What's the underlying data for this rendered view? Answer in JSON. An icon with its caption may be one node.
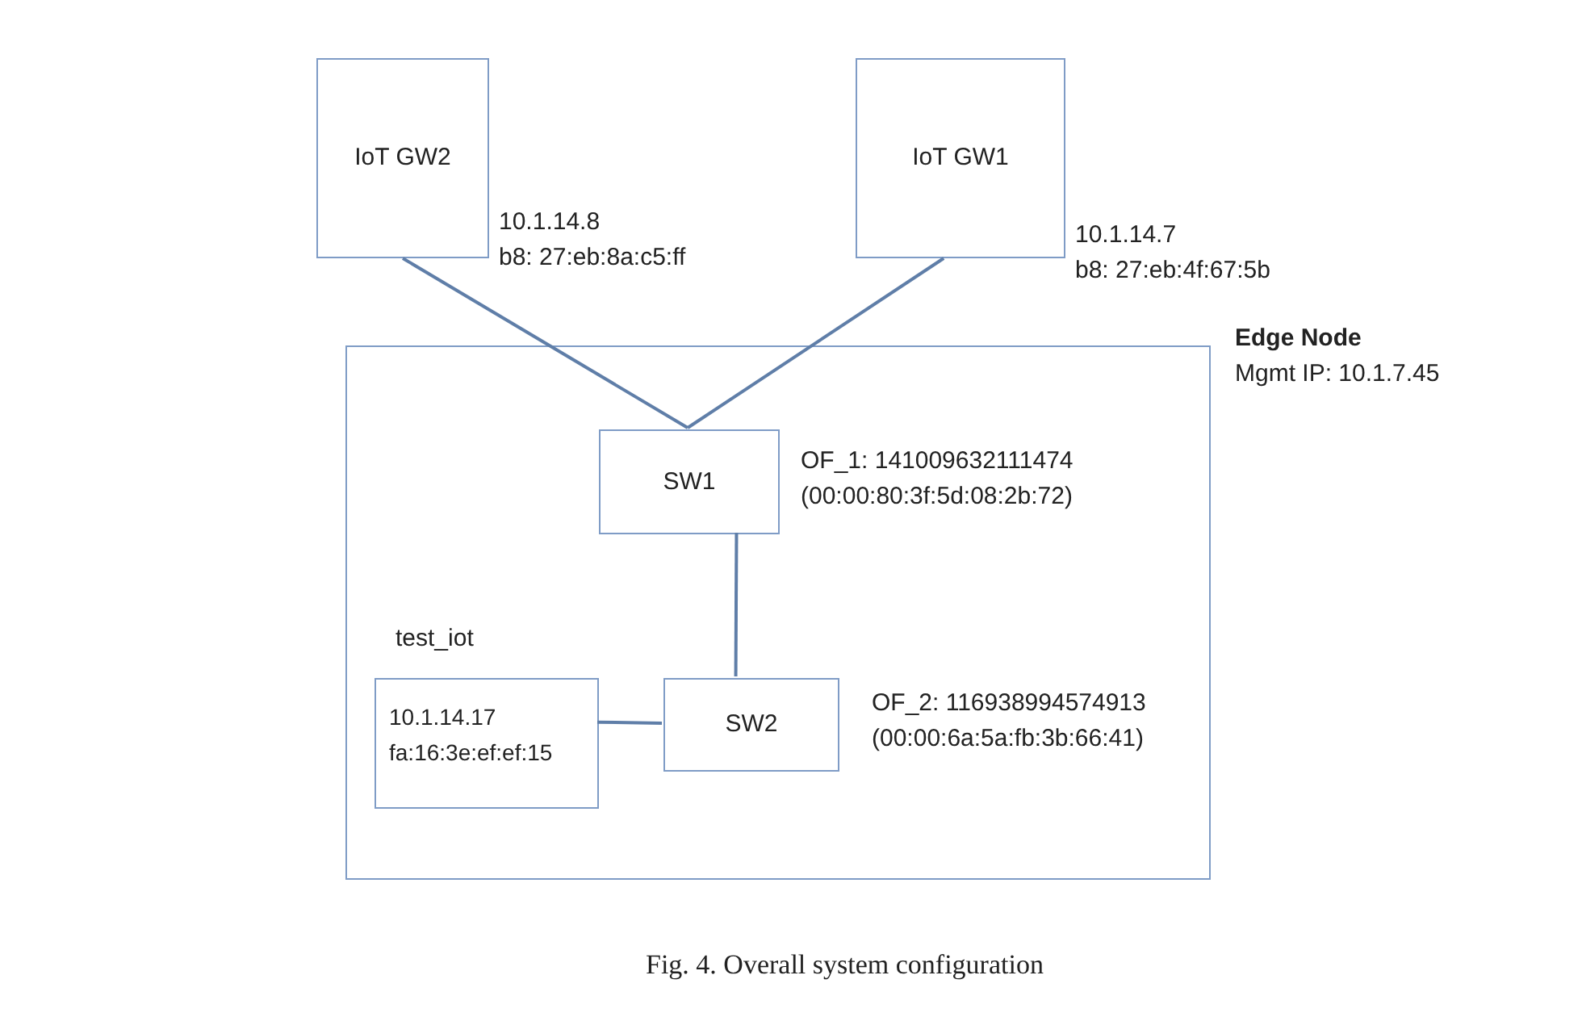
{
  "diagram": {
    "caption": "Fig. 4. Overall system configuration",
    "nodes": [
      {
        "text": [
          "IoT GW2"
        ],
        "beside": [
          "10.1.14.8",
          "b8: 27:eb:8a:c5:ff"
        ]
      },
      {
        "text": [
          "IoT GW1"
        ],
        "beside": [
          "10.1.14.7",
          "b8: 27:eb:4f:67:5b"
        ]
      },
      {
        "text": [
          "Edge Node",
          "Mgmt IP: 10.1.7.45"
        ]
      },
      {
        "text": [
          "SW1"
        ],
        "in": 2,
        "beside": [
          "OF_1: 141009632111474",
          "(00:00:80:3f:5d:08:2b:72)"
        ]
      },
      {
        "text": [
          "test_iot",
          "10.1.14.17",
          "fa:16:3e:ef:ef:15"
        ],
        "in": 2
      },
      {
        "text": [
          "SW2"
        ],
        "in": 2,
        "beside": [
          "OF_2: 116938994574913",
          "(00:00:6a:5a:fb:3b:66:41)"
        ]
      }
    ],
    "edges": [
      {
        "from": 0,
        "to": 3,
        "arrow": "none"
      },
      {
        "from": 1,
        "to": 3,
        "arrow": "none"
      },
      {
        "from": 3,
        "to": 5,
        "arrow": "none"
      },
      {
        "from": 4,
        "to": 5,
        "arrow": "none"
      }
    ]
  }
}
